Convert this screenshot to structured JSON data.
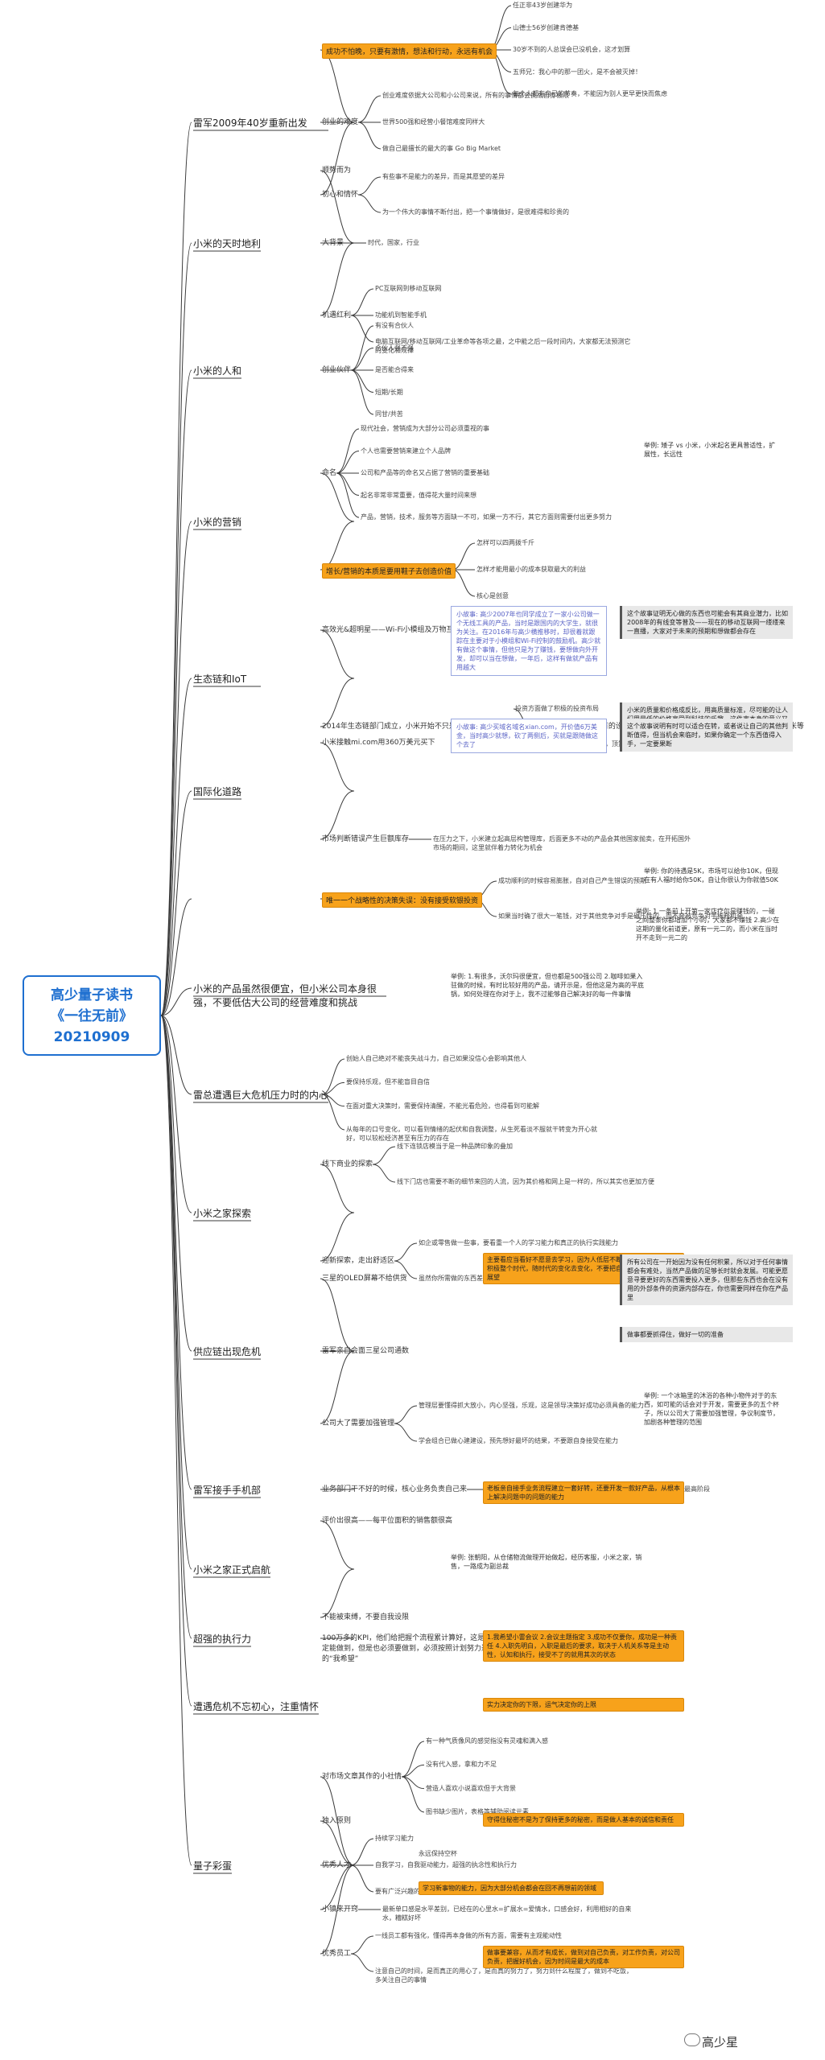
{
  "root": {
    "line1": "高少量子读书",
    "line2": "《一往无前》",
    "line3": "20210909"
  },
  "watermark": "高少星",
  "colors": {
    "highlight": "#f7a21b",
    "root": "#1e6fd0",
    "branch_line": "#3a3a3a"
  },
  "branches": [
    {
      "label": "雷军2009年40岁重新出发",
      "children": [
        {
          "label": "成功不怕晚，只要有激情，想法和行动，永远有机会",
          "highlight": true,
          "children": [
            "任正非43岁创建华为",
            "山德士56岁创建肯德基",
            "30岁不到的人总误会已没机会，这才划算",
            "五师兄：我心中的那一团火，是不会被灭掉！",
            "每个人都有自己的节奏，不能因为别人更早更快而焦虑"
          ]
        },
        {
          "label": "创业的难度",
          "children": [
            "创业难度依据大公司和小公司来说，所有的事情都会挑战自身极限",
            "世界500强和经营小餐馆难度同样大",
            "做自己最擅长的最大的事 Go Big Market"
          ]
        },
        {
          "label": "初心和情怀",
          "children": [
            "有些事不是能力的差异，而是其愿望的差异",
            "为一个伟大的事情不断付出，把一个事情做好，是很难得和珍贵的"
          ]
        }
      ]
    },
    {
      "label": "小米的天时地利",
      "children": [
        {
          "label": "顺势而为",
          "children": []
        },
        {
          "label": "大背景",
          "children": [
            "时代，国家，行业"
          ]
        },
        {
          "label": "机遇红利",
          "children": [
            "PC互联网到移动互联网",
            "功能机到智能手机",
            "电脑互联网/移动互联网/工业革命等各项之最，之中能之后一段时间内，大家都无法预测它的变化和规律"
          ]
        }
      ]
    },
    {
      "label": "小米的人和",
      "children": [
        {
          "label": "创业伙伴",
          "children": [
            "有没有合伙人",
            "合伙人强不强",
            "是否能合得来",
            "短期/长期",
            "同甘/共苦"
          ]
        }
      ]
    },
    {
      "label": "小米的营销",
      "children": [
        {
          "label": "命名",
          "children": [
            "现代社会，营销成为大部分公司必须重视的事",
            "个人也需要营销来建立个人品牌",
            "公司和产品等的命名又占据了营销的重要基础",
            "起名非常非常重要，值得花大量时间来想",
            "产品，营销，技术，服务等方面缺一不可，如果一方不行，其它方面则需要付出更多努力"
          ],
          "example": "举例:\n矮子 vs 小米，小米起名更具普适性，扩展性，长远性"
        },
        {
          "label": "增长/营销的本质是要用鞋子去创造价值",
          "highlight": true,
          "children": [
            "怎样可以四两拨千斤",
            "怎样才能用最小的成本获取最大的利益",
            "核心是创意"
          ]
        }
      ]
    },
    {
      "label": "生态链和IoT",
      "children": [
        {
          "label": "高效光&超明星——Wi-Fi小模组及万物互联",
          "note": "小故事:\n高少2007年也同学成立了一家小公司做一个无线工具的产品，当时是跟国内的大学生，就很为关注。在2016年与高少横推移时，却很着就跟踪在主要对于小模组和Wi-Fi控制的鼓励机。高少就有做这个事情，但他只是为了赚钱，要想做向外开发，却可以当在想做，一年后，这样有做就产品有用越大",
          "grayNote": "这个故事证明无心做的东西也可能会有其商业潜力，比如2008年的有线变等普及——现在的移动互联网一缕缕来一直播，大家对于未来的预期和想做都会存在"
        },
        {
          "label": "2014年生态链部门成立，小米开始不只是亲测手机，也关注更多的终端产品，以及把所有的设备都连接起来，成立了多个公司——紫米，智米，华米等",
          "children": [
            "投资方面做了积极的投资布局",
            "与行业内的大公司合作，如美的，顶置等"
          ],
          "grayNote": "小米的质量和价格成反比，用高质量标准，尽可能的让人们用最低的价格享受到科技的乐趣，这件事本身的意义又值得于商业经济效益更重要"
        }
      ]
    },
    {
      "label": "国际化道路",
      "children": [
        {
          "label": "小米接触mi.com用360万美元买下",
          "note": "小故事:\n高少买域名域名xian.com，开价值6万美金，当时高少就想，砍了两侧后，买就是跟随做这个去了",
          "grayNote": "这个故事说明有时可以适合在转，或者说让自己的其他判断值得，但当机会来临时，如果你确定一个东西值得入手，一定要果断"
        },
        {
          "label": "市场判断错误产生巨额库存",
          "children": [
            "在压力之下，小米建立起高层构管理库，后面更多不动的产品会其他国家抛卖，在开拓国外市场的期间，这里就伴着力转化为机会"
          ]
        }
      ]
    },
    {
      "label": "",
      "children": [
        {
          "label": "唯一一个战略性的决策失误：没有接受软银投资",
          "highlight": true,
          "children": [
            "成功顺利的时候容易膨胀，自对自己产生错误的预期",
            "如果当时确了很大一笔钱，对于其他竞争对手是碾压性的，而不会被竞争对手稀释机会"
          ],
          "example": "举例:\n你的待遇是5K，市场可以给你10K，但现在有人福时给你50K，自让你很认为你就值50K",
          "example2": "举例:\n1.一条前上开第一家店疗尔是赚钱的，一碰之间整条你都增加个小的，大家都不赚钱\n2.高少在这期的量化前道更，原有一元二的，而小米在当时开不走到一元二的"
        }
      ]
    },
    {
      "label": "小米的产品虽然很便宜，但小米公司本身很强，不要低估大公司的经营难度和挑战",
      "wrap": true,
      "children": [],
      "example": "举例:\n1.有很多，沃尔玛很便宜，但也都是500强公司\n2.咖啡如果入驻做的时候，有时比较好用的产品，请开示是，但他这是为高的平底锅，如何处理在你对于上，我不过能够自己解决好的每一件事情"
    },
    {
      "label": "雷总遭遇巨大危机压力时的内心",
      "children": [
        {
          "label": "",
          "children": [
            "创始人自己绝对不能丧失战斗力，自己如果没信心会影响其他人",
            "要保持乐观，但不能盲目自信",
            "在面对重大决策时，需要保持清醒，不能光看危险，也得看到可能解",
            "从每年的口号变化，可以看到情绪的起伏和自我调整，从生死看淡不服就干转变为开心就好，可以较松经济甚至有压力的存在"
          ]
        }
      ]
    },
    {
      "label": "小米之家探索",
      "children": [
        {
          "label": "线下商业的探索",
          "children": [
            "线下连锁店模当于是一种品牌印象的叠加",
            "线下门店也需要不断的细节来回的人流，因为其价格和网上是一样的，所以其实也更加方便"
          ]
        },
        {
          "label": "迎新探索，走出舒适区",
          "children": [
            "如企或零售做一些事，要看重一个人的学习能力和真正的执行实践能力",
            "虽然你所需做的东西差不一样的，但其实都是相通的差不多一样的"
          ],
          "highlightChild": "主要看应当看好不愿意去学习，因为人低层不断地提升自我，要懂得积极整个时代，随时代的变化去变化，不要把自己圈满，并学会迎时展望"
        }
      ]
    },
    {
      "label": "供应链出现危机",
      "children": [
        {
          "label": "三星的OLED屏幕不给供货",
          "grayNote": "所有公司在一开始因为没有任何积累，所以对于任何事情都会有难处，当然产品做的足够长时就会发展。可能更愿意寻要更好的东西需要投入更多，但那些东西也会在没有用的外部条件的资源内部存在，你也需要同样在你在产品里"
        },
        {
          "label": "雷军亲自会面三星公司通数",
          "grayNote": "做事都要抓得住，做好一切的准备"
        },
        {
          "label": "公司大了需要加强管理",
          "children": [
            "管理层要懂得抓大放小，内心坚强，乐观，这是领导决策好成功必须具备的能力",
            "学会组合已做心建建设，预先想好最坏的结果，不要跟自身接受在能力"
          ],
          "example": "举例:\n一个冰箱里的沐浴的各种小物件对于的东西，如可能的话会对于开发，需要更多的五个杯子，所以公司大了需要加强管理，争议制度节，加剧各种管理的范围"
        }
      ]
    },
    {
      "label": "雷军接手手机部",
      "children": [
        {
          "label": "业务部门干不好的时候，核心业务负责自己来",
          "highlightChild": "老板亲自接手业务流程建立一套好转，还要开发一款好产品，从根本上解决问题中的问题的能力",
          "children": [
            "对于就职业者，雷军需要进入一个成年观点，必须面对所有的困难和最高阶段"
          ]
        }
      ]
    },
    {
      "label": "小米之家正式启航",
      "children": [
        {
          "label": "评价出很高——每平位面积的销售额很高",
          "children": []
        },
        {
          "label": "不能被束缚，不要自我设限",
          "children": []
        }
      ],
      "example": "举例:\n张朝阳，从仓储物流做理开始做起，经历客服，小米之家，销售，一路成为副总裁"
    },
    {
      "label": "超强的执行力",
      "children": [
        {
          "label": "100万多的KPI，他们给把握个流程累计算好，这是确定能做到，但是也必须要做到，必须按照计划努力达成的“我希望”",
          "wrap": true,
          "highlightChild": "1.我希望小雷会议\n2.会议主题指定\n3.成功不仅要你，成功是一种责任\n4.入职先明白，入职是最后的要求，取决于人机关系等是主动性，认知和执行，接受不了的就用其次的状态"
        }
      ]
    },
    {
      "label": "遭遇危机不忘初心，注重情怀",
      "children": [
        {
          "label": "",
          "highlightChild": "实力决定你的下限，运气决定你的上限",
          "children": []
        }
      ]
    },
    {
      "label": "量子彩蛋",
      "children": [
        {
          "label": "对市场文章其作的小社情",
          "children": [
            "有一种气质像风的感觉指没有灵魂和满入感",
            "没有代入感，拿和力不足",
            "营造人喜欢小说喜欢但于大背景",
            "图书缺少图片，表格等辅助阅读元素"
          ]
        },
        {
          "label": "独入原则",
          "highlightChild": "守得住秘密不是为了保持更多的秘密，而是做人基本的诚信和责任",
          "children": []
        },
        {
          "label": "优秀人才",
          "children": [
            "持续学习能力",
            "自我学习，自我驱动能力，超强的执念性和执行力",
            "要有广泛兴趣的学习能力"
          ],
          "sub": [
            "永远保持空杯",
            "学习新事物的能力，因为大部分机会都会在回不再想前的领域"
          ]
        },
        {
          "label": "小镇来开窍",
          "children": [
            "最新单口感是水平差别，已经在的心里水=扩展水=爱情水，口感会好，利用相好的自来水，糟糕好坏"
          ]
        },
        {
          "label": "优秀员工",
          "children": [
            "一线员工都有强化，懂得再本身做的所有方面，需要有主观能动性",
            "注意自己的时间，是而真正的用心了，是而真的努力了，努力到什么程度了，做到不吃饭，多关注自己的事情"
          ],
          "highlightChild": "做事要兼容，从而才有成长，做到对自己负责，对工作负责，对公司负责，把握好机会，因为时间是最大的成本"
        }
      ]
    }
  ]
}
